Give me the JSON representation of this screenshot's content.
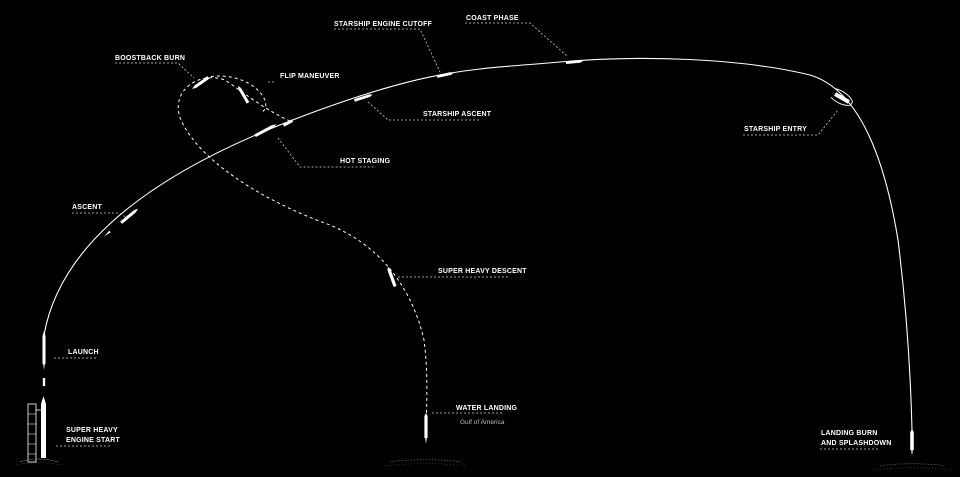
{
  "colors": {
    "background": "#000000",
    "line": "#ffffff",
    "label": "#ffffff",
    "sublabel": "#bbbbbb",
    "leader": "#cfcfcf"
  },
  "labels": {
    "starship_engine_cutoff": "STARSHIP ENGINE CUTOFF",
    "coast_phase": "COAST PHASE",
    "boostback_burn": "BOOSTBACK BURN",
    "flip_maneuver": "FLIP MANEUVER",
    "starship_ascent": "STARSHIP ASCENT",
    "starship_entry": "STARSHIP ENTRY",
    "hot_staging": "HOT STAGING",
    "ascent": "ASCENT",
    "super_heavy_descent": "SUPER HEAVY DESCENT",
    "launch": "LAUNCH",
    "water_landing": "WATER LANDING",
    "water_landing_location": "Gulf of America",
    "super_heavy_engine_start_1": "SUPER HEAVY",
    "super_heavy_engine_start_2": "ENGINE START",
    "landing_burn_1": "LANDING BURN",
    "landing_burn_2": "AND SPLASHDOWN"
  }
}
